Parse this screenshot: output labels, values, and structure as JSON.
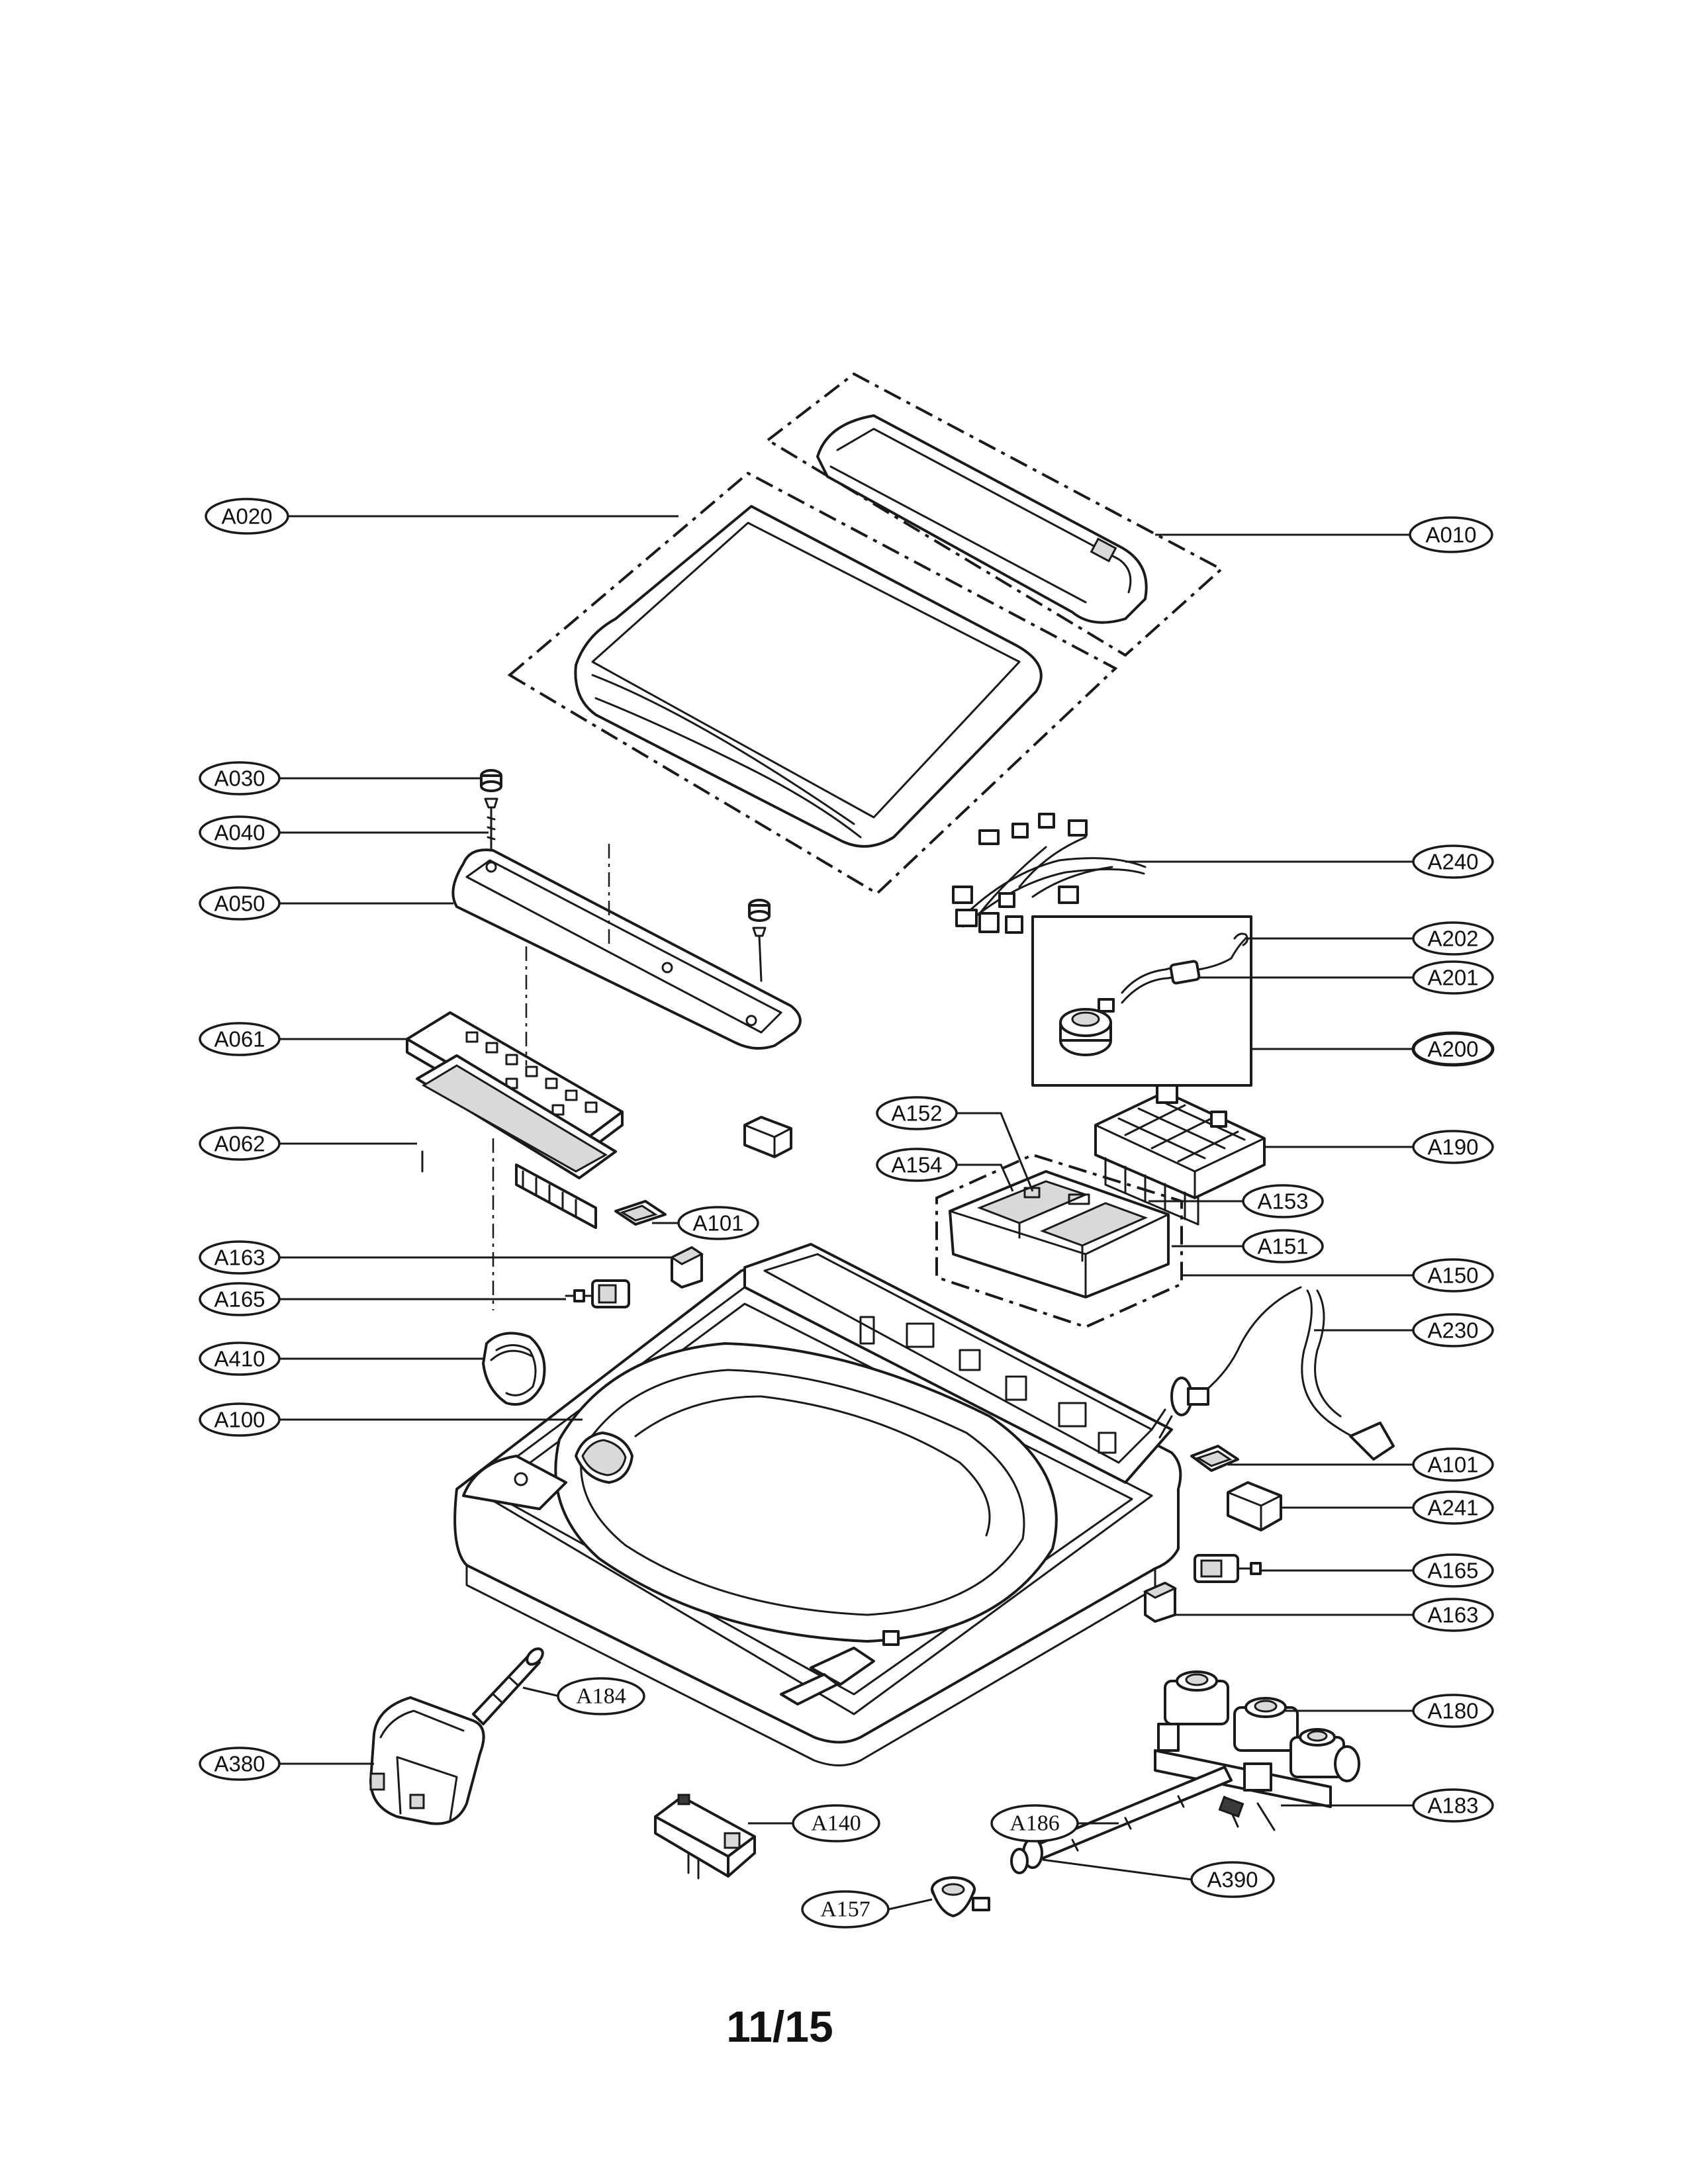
{
  "page_number": "11/15",
  "callouts": [
    {
      "id": "A020",
      "label": "A020"
    },
    {
      "id": "A010",
      "label": "A010"
    },
    {
      "id": "A030",
      "label": "A030"
    },
    {
      "id": "A040",
      "label": "A040"
    },
    {
      "id": "A050",
      "label": "A050"
    },
    {
      "id": "A240",
      "label": "A240"
    },
    {
      "id": "A202",
      "label": "A202"
    },
    {
      "id": "A201",
      "label": "A201"
    },
    {
      "id": "A200",
      "label": "A200"
    },
    {
      "id": "A061",
      "label": "A061"
    },
    {
      "id": "A062",
      "label": "A062"
    },
    {
      "id": "A152",
      "label": "A152"
    },
    {
      "id": "A154",
      "label": "A154"
    },
    {
      "id": "A190",
      "label": "A190"
    },
    {
      "id": "A153",
      "label": "A153"
    },
    {
      "id": "A101a",
      "label": "A101"
    },
    {
      "id": "A151",
      "label": "A151"
    },
    {
      "id": "A163a",
      "label": "A163"
    },
    {
      "id": "A150",
      "label": "A150"
    },
    {
      "id": "A165a",
      "label": "A165"
    },
    {
      "id": "A230",
      "label": "A230"
    },
    {
      "id": "A410",
      "label": "A410"
    },
    {
      "id": "A100",
      "label": "A100"
    },
    {
      "id": "A101b",
      "label": "A101"
    },
    {
      "id": "A241",
      "label": "A241"
    },
    {
      "id": "A165b",
      "label": "A165"
    },
    {
      "id": "A163b",
      "label": "A163"
    },
    {
      "id": "A184",
      "label": "A184"
    },
    {
      "id": "A180",
      "label": "A180"
    },
    {
      "id": "A380",
      "label": "A380"
    },
    {
      "id": "A183",
      "label": "A183"
    },
    {
      "id": "A140",
      "label": "A140"
    },
    {
      "id": "A186",
      "label": "A186"
    },
    {
      "id": "A390",
      "label": "A390"
    },
    {
      "id": "A157",
      "label": "A157"
    }
  ]
}
